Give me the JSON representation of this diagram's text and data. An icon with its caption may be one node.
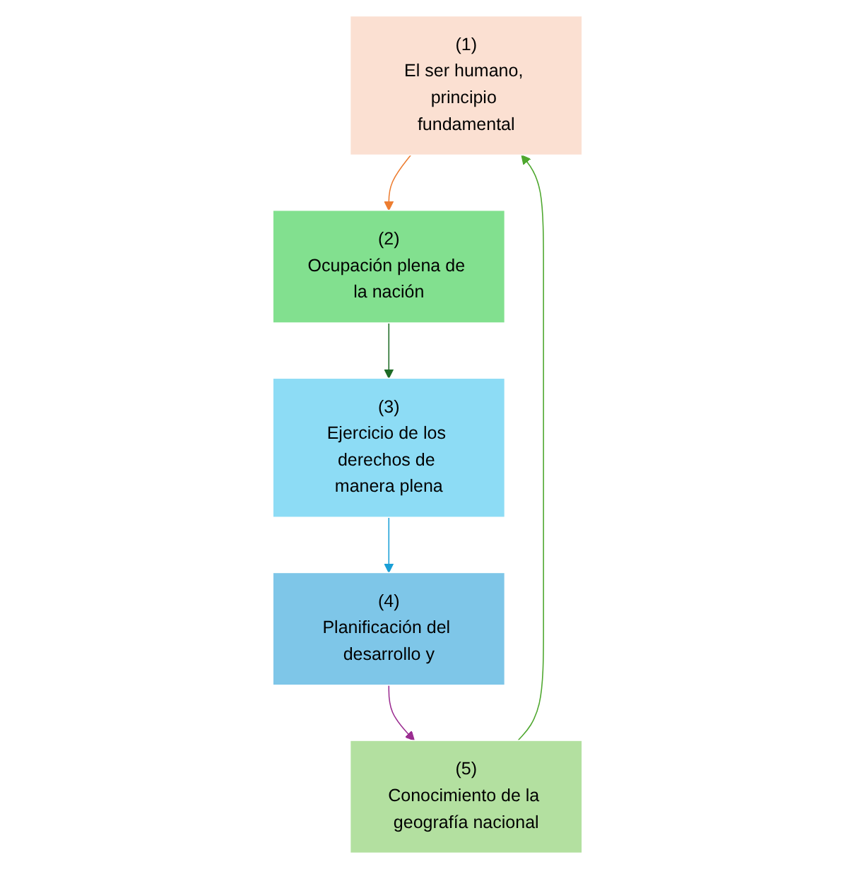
{
  "diagram": {
    "nodes": [
      {
        "text": [
          "(1)",
          "El ser humano, principio fundamental"
        ]
      },
      {
        "text": [
          "(2)",
          "Ocupación plena de la nación"
        ]
      },
      {
        "text": [
          "(3)",
          "Ejercicio de los derechos de manera plena"
        ]
      },
      {
        "text": [
          "(4)",
          "Planificación del desarrollo y"
        ]
      },
      {
        "text": [
          "(5)",
          "Conocimiento de la geografía nacional"
        ]
      }
    ],
    "edges": [
      {
        "from": 0,
        "to": 1,
        "arrow": "to",
        "color": "#ed7d31"
      },
      {
        "from": 1,
        "to": 2,
        "arrow": "to",
        "color": "#1e6b26"
      },
      {
        "from": 2,
        "to": 3,
        "arrow": "to",
        "color": "#1a9fd6"
      },
      {
        "from": 3,
        "to": 4,
        "arrow": "to",
        "color": "#9b2d91"
      },
      {
        "from": 4,
        "to": 0,
        "arrow": "to",
        "color": "#4ea72e"
      }
    ]
  }
}
